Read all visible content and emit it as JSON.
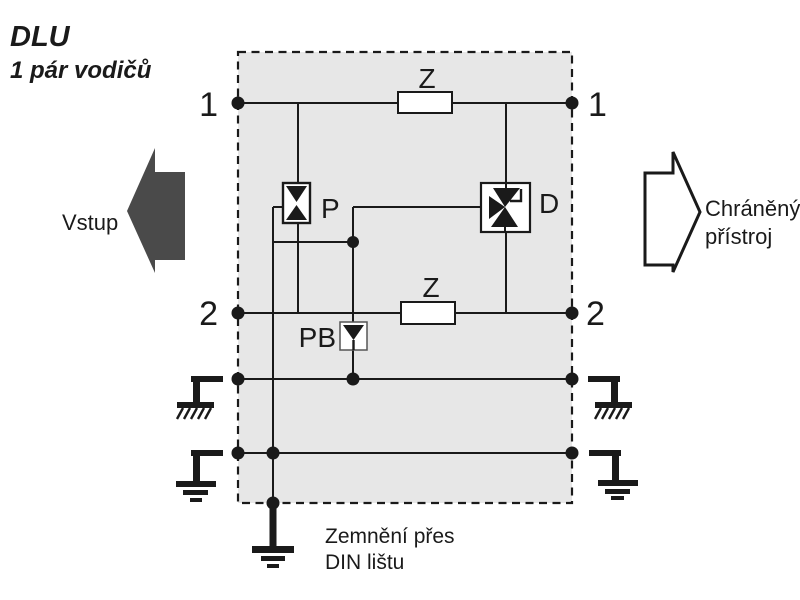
{
  "title": {
    "line1": "DLU",
    "line2": "1 pár vodičů"
  },
  "arrows": {
    "input_label": "Vstup",
    "output_label_line1": "Chráněný",
    "output_label_line2": "přístroj"
  },
  "terminals": {
    "left_top": "1",
    "left_bottom": "2",
    "right_top": "1",
    "right_bottom": "2"
  },
  "components": {
    "z_top": "Z",
    "z_bottom": "Z",
    "gas_discharge_tube": "P",
    "suppressor_diode": "D",
    "protective_element": "PB"
  },
  "notes": {
    "ground_line1": "Zemnění přes",
    "ground_line2": "DIN lištu"
  },
  "colors": {
    "line": "#1a1a1a",
    "enclosure_fill": "#e7e7e7",
    "arrow_dark": "#4a4a4a",
    "component_fill": "#ffffff"
  }
}
